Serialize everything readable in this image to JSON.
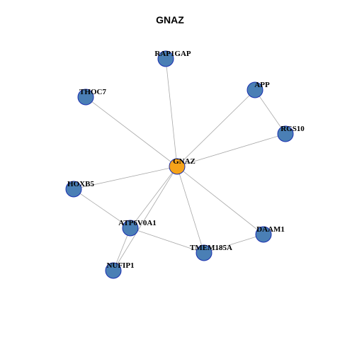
{
  "title": "GNAZ",
  "colors": {
    "center": "#f5a31a",
    "node": "#4a7fb5",
    "border": "#1a2fb0",
    "edge": "#a8a8a8"
  },
  "nodes": [
    {
      "id": "GNAZ",
      "label": "GNAZ",
      "center": true
    },
    {
      "id": "RAP1GAP",
      "label": "RAP1GAP"
    },
    {
      "id": "THOC7",
      "label": "THOC7"
    },
    {
      "id": "APP",
      "label": "APP"
    },
    {
      "id": "RGS10",
      "label": "RGS10"
    },
    {
      "id": "HOXB5",
      "label": "HOXB5"
    },
    {
      "id": "ATP6V0A1",
      "label": "ATP6V0A1"
    },
    {
      "id": "DAAM1",
      "label": "DAAM1"
    },
    {
      "id": "TMEM185A",
      "label": "TMEM185A"
    },
    {
      "id": "NUFIP1",
      "label": "NUFIP1"
    }
  ],
  "edges": [
    [
      "GNAZ",
      "RAP1GAP"
    ],
    [
      "GNAZ",
      "THOC7"
    ],
    [
      "GNAZ",
      "APP"
    ],
    [
      "GNAZ",
      "RGS10"
    ],
    [
      "GNAZ",
      "HOXB5"
    ],
    [
      "GNAZ",
      "ATP6V0A1"
    ],
    [
      "GNAZ",
      "DAAM1"
    ],
    [
      "GNAZ",
      "TMEM185A"
    ],
    [
      "GNAZ",
      "NUFIP1"
    ],
    [
      "APP",
      "RGS10"
    ],
    [
      "HOXB5",
      "ATP6V0A1"
    ],
    [
      "ATP6V0A1",
      "TMEM185A"
    ],
    [
      "ATP6V0A1",
      "NUFIP1"
    ],
    [
      "TMEM185A",
      "DAAM1"
    ]
  ]
}
